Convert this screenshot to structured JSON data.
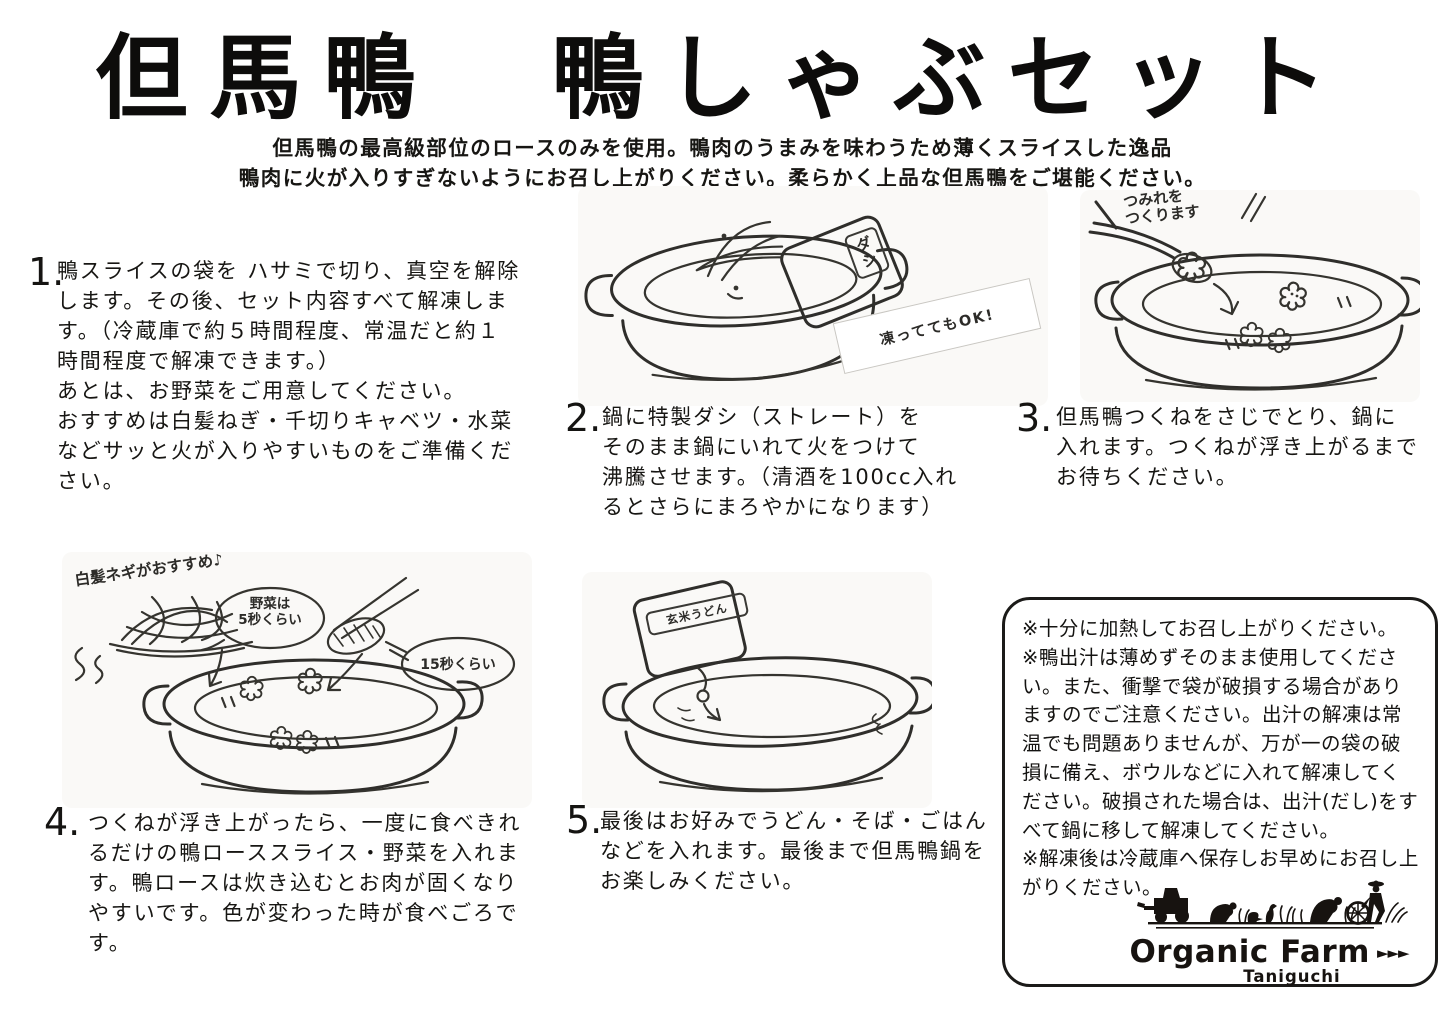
{
  "page": {
    "title": "但馬鴨　鴨しゃぶセット",
    "subtitle_line1": "但馬鴨の最高級部位のロースのみを使用。鴨肉のうまみを味わうため薄くスライスした逸品",
    "subtitle_line2": "鴨肉に火が入りすぎないようにお召し上がりください。柔らかく上品な但馬鴨をご堪能ください。"
  },
  "steps": [
    {
      "number": "1.",
      "text": "鴨スライスの袋を ハサミで切り、真空を解除\nします。その後、セット内容すべて解凍しま\nす。（冷蔵庫で約５時間程度、常温だと約１\n時間程度で解凍できます。）\nあとは、お野菜をご用意してください。\nおすすめは白髪ねぎ・千切りキャベツ・水菜\nなどサッと火が入りやすいものをご準備くだ\nさい。"
    },
    {
      "number": "2.",
      "text": "鍋に特製ダシ（ストレート）を\nそのまま鍋にいれて火をつけて\n沸騰させます。（清酒を100cc入れ\nるとさらにまろやかになります）"
    },
    {
      "number": "3.",
      "text": "但馬鴨つくねをさじでとり、鍋に\n入れます。つくねが浮き上がるまで\nお待ちください。"
    },
    {
      "number": "4.",
      "text": "つくねが浮き上がったら、一度に食べきれ\nるだけの鴨ローススライス・野菜を入れま\nす。鴨ロースは炊き込むとお肉が固くなり\nやすいです。色が変わった時が食べごろで\nす。"
    },
    {
      "number": "5.",
      "text": "最後はお好みでうどん・そば・ごはん\nなどを入れます。最後まで但馬鴨鍋を\nお楽しみください。"
    }
  ],
  "illustrations": {
    "dashi_packet_label": "ダ\nシ",
    "dashi_note": "凍っててもOK!",
    "tsumire_caption": "つみれを\nつくります",
    "negi_caption": "白髪ネギがおすすめ♪",
    "vegetable_bubble": "野菜は\n5秒くらい",
    "meat_bubble": "15秒くらい",
    "udon_packet_label": "玄米うどん"
  },
  "notes": {
    "items": [
      "※十分に加熱してお召し上がりください。",
      "※鴨出汁は薄めずそのまま使用してください。また、衝撃で袋が破損する場合がありますのでご注意ください。出汁の解凍は常温でも問題ありませんが、万が一の袋の破損に備え、ボウルなどに入れて解凍してください。破損された場合は、出汁(だし)をすべて鍋に移して解凍してください。",
      "※解凍後は冷蔵庫へ保存しお早めにお召し上がりください。"
    ]
  },
  "logo": {
    "name": "Organic Farm",
    "arrows": "►►►",
    "subname": "Taniguchi"
  }
}
